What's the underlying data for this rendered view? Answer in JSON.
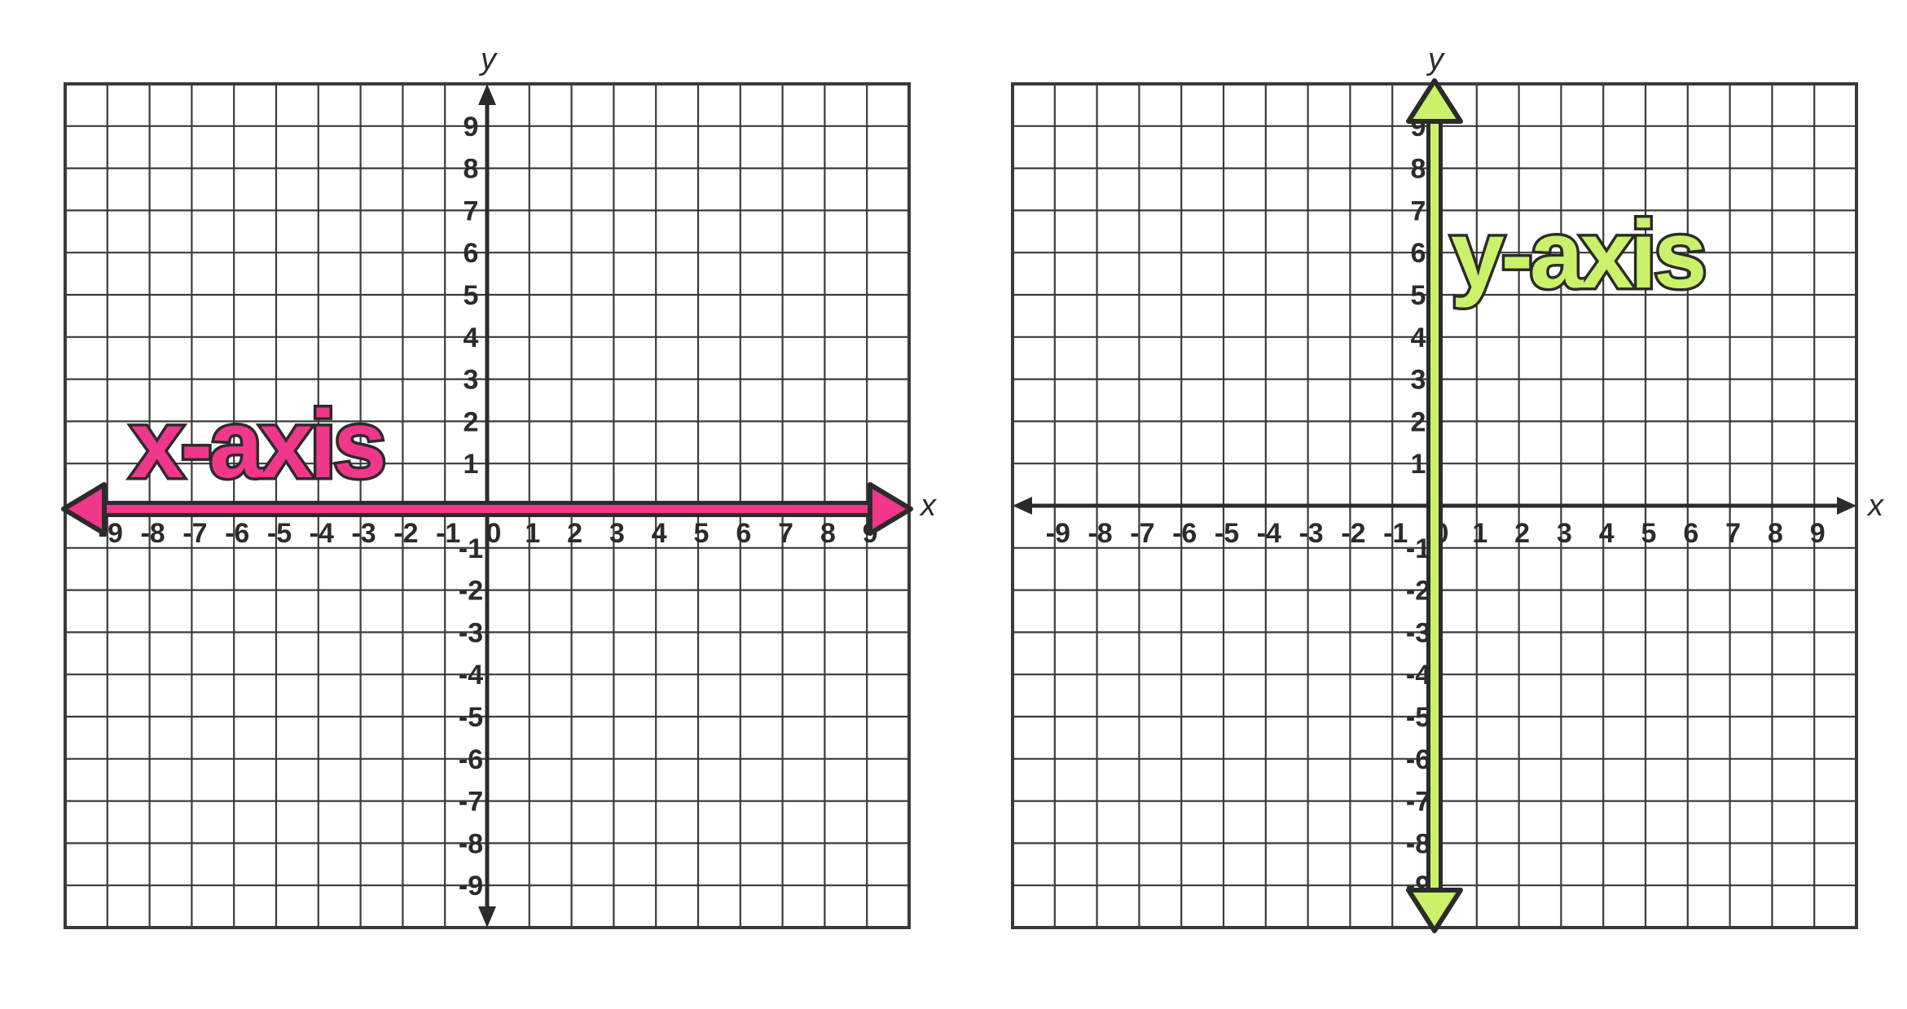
{
  "colors": {
    "grid": "#3a3a3a",
    "axis": "#2b2b2b",
    "x_highlight": "#f0378a",
    "y_highlight": "#c9f26a",
    "outline": "#2b2b2b"
  },
  "panels": [
    {
      "axis_x_name": "x",
      "axis_y_name": "y",
      "highlight": "x",
      "callout": "x-axis",
      "x_ticks": [
        "-9",
        "-8",
        "-7",
        "-6",
        "-5",
        "-4",
        "-3",
        "-2",
        "-1",
        "0",
        "1",
        "2",
        "3",
        "4",
        "5",
        "6",
        "7",
        "8",
        "9"
      ],
      "y_ticks": [
        "9",
        "8",
        "7",
        "6",
        "5",
        "4",
        "3",
        "2",
        "1",
        "-1",
        "-2",
        "-3",
        "-4",
        "-5",
        "-6",
        "-7",
        "-8",
        "-9"
      ]
    },
    {
      "axis_x_name": "x",
      "axis_y_name": "y",
      "highlight": "y",
      "callout": "y-axis",
      "x_ticks": [
        "-9",
        "-8",
        "-7",
        "-6",
        "-5",
        "-4",
        "-3",
        "-2",
        "-1",
        "0",
        "1",
        "2",
        "3",
        "4",
        "5",
        "6",
        "7",
        "8",
        "9"
      ],
      "y_ticks": [
        "9",
        "8",
        "7",
        "6",
        "5",
        "4",
        "3",
        "2",
        "1",
        "-1",
        "-2",
        "-3",
        "-4",
        "-5",
        "-6",
        "-7",
        "-8",
        "-9"
      ]
    }
  ]
}
